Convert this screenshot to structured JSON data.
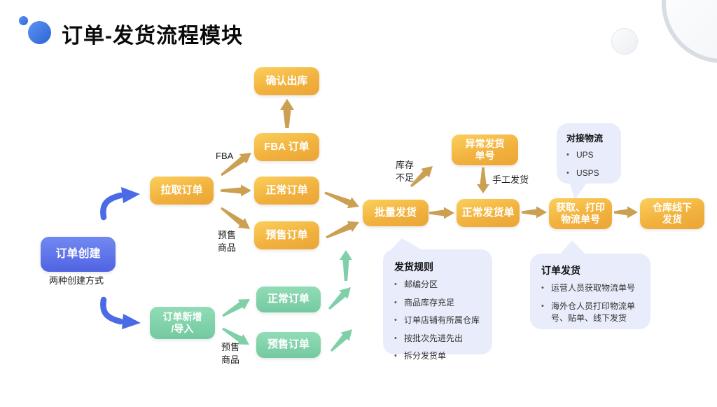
{
  "title": "订单-发货流程模块",
  "nodes": {
    "order_create": "订单创建",
    "pull_orders": "拉取订单",
    "confirm_outbound": "确认出库",
    "fba_order": "FBA 订单",
    "normal_order_a": "正常订单",
    "presale_order_a": "预售订单",
    "order_add_import": "订单新增\n/导入",
    "normal_order_b": "正常订单",
    "presale_order_b": "预售订单",
    "batch_ship": "批量发货",
    "abnormal_ship_no": "异常发货\n单号",
    "normal_ship_order": "正常发货单",
    "get_print_tracking": "获取、打印\n物流单号",
    "warehouse_offline_ship": "仓库线下\n发货"
  },
  "labels": {
    "create_note": "两种创建方式",
    "fba": "FBA",
    "presale_a": "预售\n商品",
    "presale_b": "预售\n商品",
    "stock_shortage": "库存\n不足",
    "manual_ship": "手工发货"
  },
  "panels": {
    "logistics": {
      "title": "对接物流",
      "items": [
        "UPS",
        "USPS"
      ]
    },
    "ship_rules": {
      "title": "发货规则",
      "items": [
        "邮编分区",
        "商品库存充足",
        "订单店铺有所属仓库",
        "按批次先进先出",
        "拆分发货单"
      ]
    },
    "order_ship": {
      "title": "订单发货",
      "items": [
        "运营人员获取物流单号",
        "海外仓人员打印物流单号、贴单、线下发货"
      ]
    }
  },
  "colors": {
    "accent_blue": "#4b6ae6",
    "node_yellow": "#f3b53f",
    "node_green": "#82d2ac",
    "node_blue": "#5f77ea",
    "arrow_tan": "#cba052",
    "arrow_green": "#7fd0a9",
    "panel_bg": "#e9edfb"
  }
}
